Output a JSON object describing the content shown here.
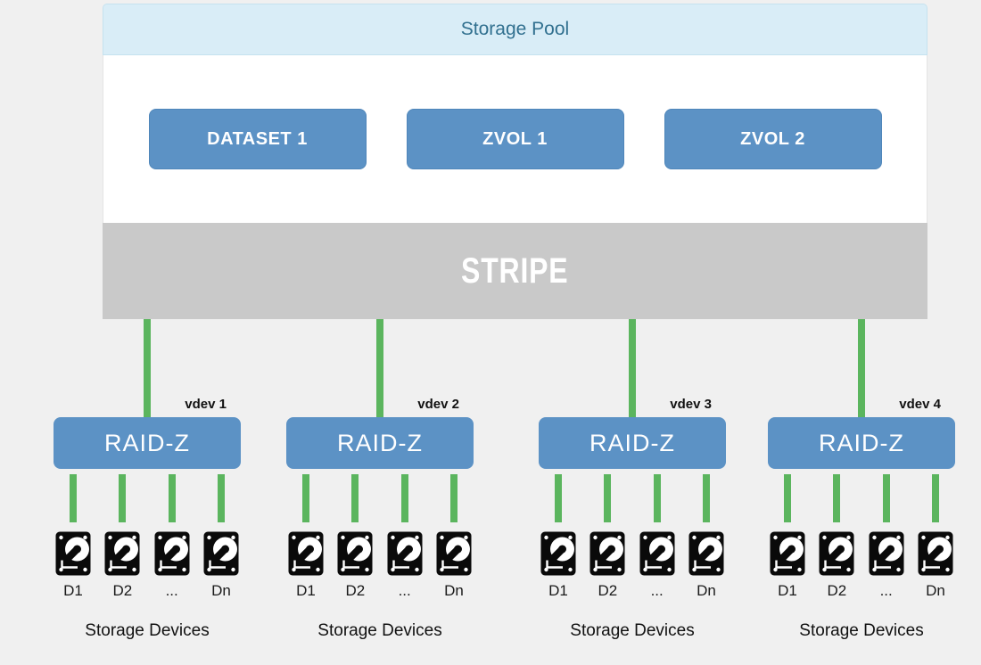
{
  "colors": {
    "accent_blue": "#5c92c5",
    "header_bg": "#d9edf7",
    "header_text": "#31708f",
    "stripe_gray": "#c9c9c9",
    "connector_green": "#5bb55e"
  },
  "pool": {
    "title": "Storage Pool",
    "volumes": [
      {
        "label": "DATASET 1"
      },
      {
        "label": "ZVOL 1"
      },
      {
        "label": "ZVOL 2"
      }
    ],
    "stripe_label": "STRIPE"
  },
  "vdevs": [
    {
      "name": "vdev 1",
      "raid_label": "RAID-Z",
      "disk_labels": [
        "D1",
        "D2",
        "...",
        "Dn"
      ],
      "footer_label": "Storage Devices"
    },
    {
      "name": "vdev 2",
      "raid_label": "RAID-Z",
      "disk_labels": [
        "D1",
        "D2",
        "...",
        "Dn"
      ],
      "footer_label": "Storage Devices"
    },
    {
      "name": "vdev 3",
      "raid_label": "RAID-Z",
      "disk_labels": [
        "D1",
        "D2",
        "...",
        "Dn"
      ],
      "footer_label": "Storage Devices"
    },
    {
      "name": "vdev 4",
      "raid_label": "RAID-Z",
      "disk_labels": [
        "D1",
        "D2",
        "...",
        "Dn"
      ],
      "footer_label": "Storage Devices"
    }
  ]
}
